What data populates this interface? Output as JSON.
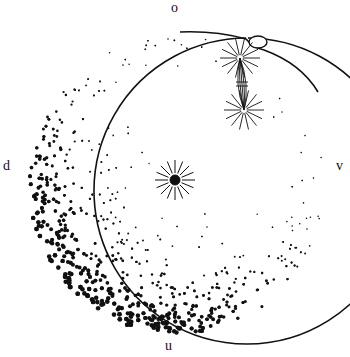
{
  "diagram": {
    "labels": [
      "o",
      "d",
      "v",
      "u"
    ]
  }
}
